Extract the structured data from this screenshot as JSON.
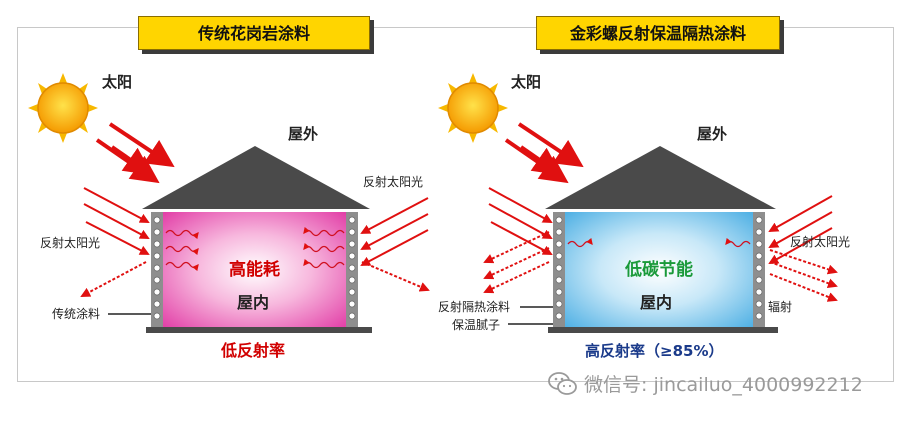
{
  "left_panel": {
    "banner": "传统花岗岩涂料",
    "sun_label": "太阳",
    "outside_label": "屋外",
    "reflected_label": "反射太阳光",
    "reflected_label_right": "反射太阳光",
    "center_label": "高能耗",
    "inside_label": "屋内",
    "coating_label": "传统涂料",
    "bottom_label": "低反射率",
    "room_color": "#ee66bb",
    "center_color": "#d10000"
  },
  "right_panel": {
    "banner": "金彩螺反射保温隔热涂料",
    "sun_label": "太阳",
    "outside_label": "屋外",
    "reflected_label": "反射太阳光",
    "center_label": "低碳节能",
    "inside_label": "屋内",
    "coating_label": "反射隔热涂料",
    "putty_label": "保温腻子",
    "radiation_label": "辐射",
    "bottom_label": "高反射率（≥85%）",
    "room_color": "#7cc8ee",
    "center_color": "#1a9a3a"
  },
  "watermark": {
    "icon": "wechat-icon",
    "text": "微信号: jincailuo_4000992212"
  },
  "colors": {
    "banner": "#ffd500",
    "arrow": "#e01010",
    "roof": "#4a4a4a"
  }
}
